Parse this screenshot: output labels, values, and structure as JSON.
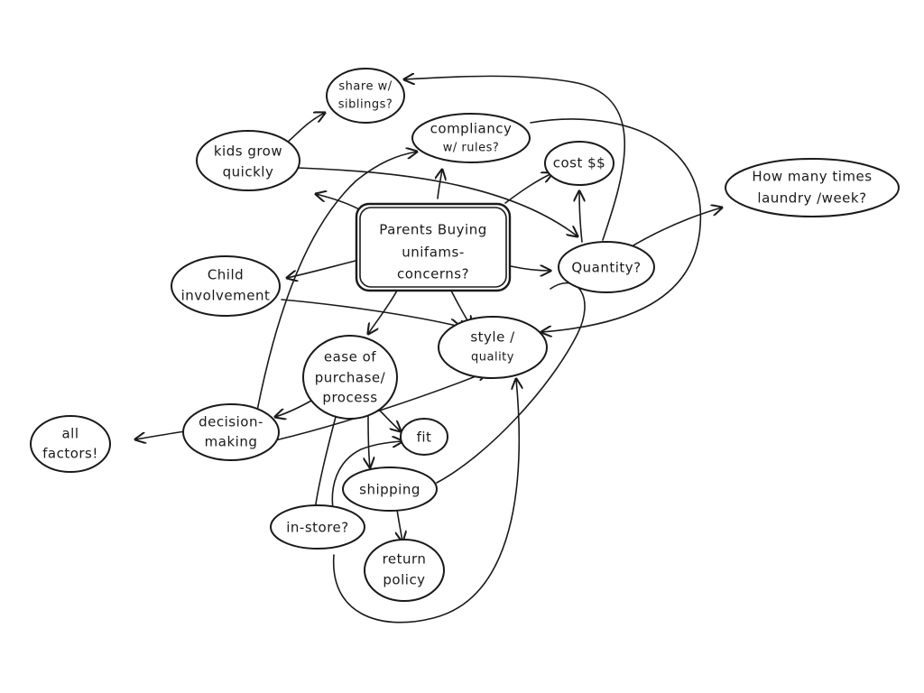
{
  "diagram": {
    "center": {
      "line1": "Parents Buying",
      "line2": "unifams-",
      "line3": "concerns?"
    },
    "nodes": {
      "share_siblings": {
        "line1": "share w/",
        "line2": "siblings?"
      },
      "kids_grow": {
        "line1": "kids grow",
        "line2": "quickly"
      },
      "compliancy": {
        "line1": "compliancy",
        "line2": "w/ rules?"
      },
      "cost": {
        "line1": "cost $$"
      },
      "laundry": {
        "line1": "How many times",
        "line2": "laundry /week?"
      },
      "quantity": {
        "line1": "Quantity?"
      },
      "child_involvement": {
        "line1": "Child",
        "line2": "involvement"
      },
      "style_quality": {
        "line1": "style /",
        "line2": "quality"
      },
      "ease_purchase": {
        "line1": "ease of",
        "line2": "purchase/",
        "line3": "process"
      },
      "decision_making": {
        "line1": "decision-",
        "line2": "making"
      },
      "all_factors": {
        "line1": "all",
        "line2": "factors!"
      },
      "fit": {
        "line1": "fit"
      },
      "shipping": {
        "line1": "shipping"
      },
      "in_store": {
        "line1": "in-store?"
      },
      "return_policy": {
        "line1": "return",
        "line2": "policy"
      }
    }
  }
}
